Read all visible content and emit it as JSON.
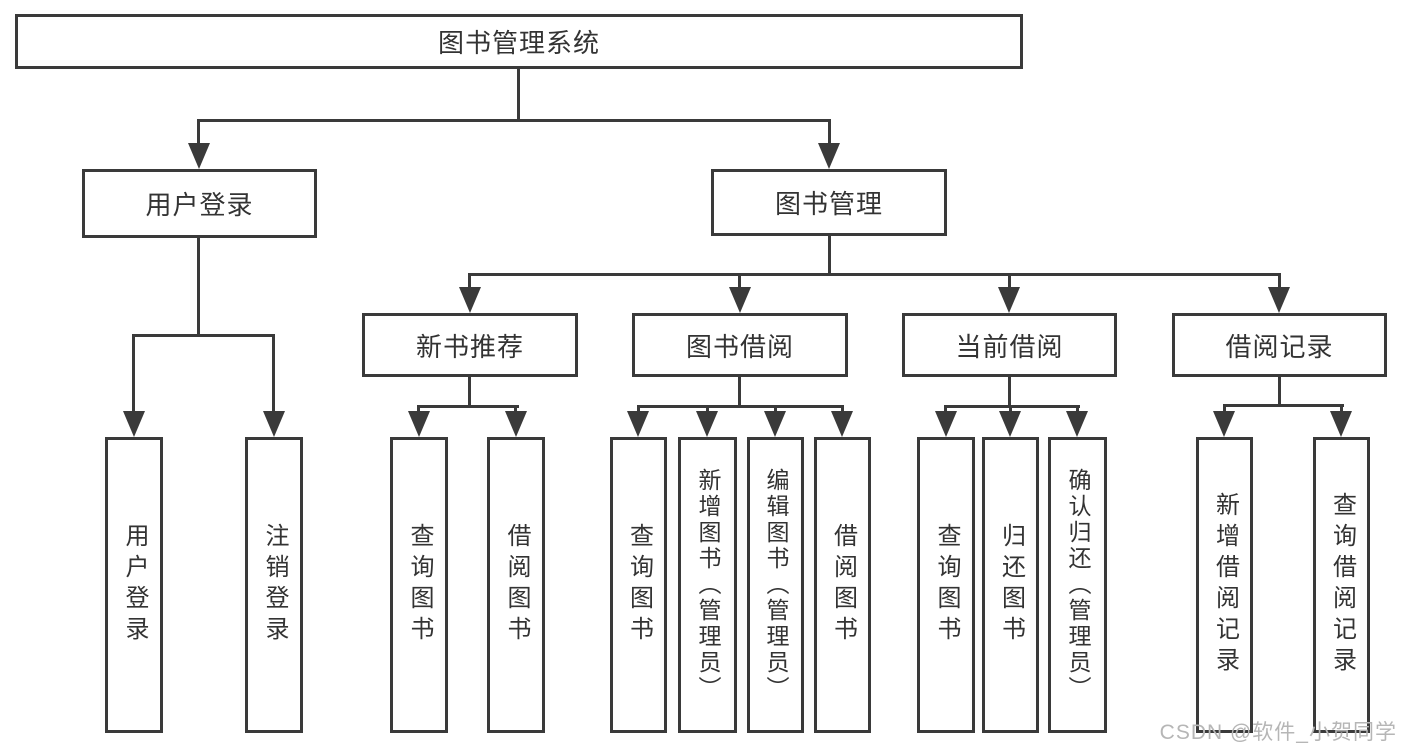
{
  "colors": {
    "line": "#3a3a3a",
    "text": "#333333",
    "watermark": "#b6b6b6",
    "box_background": "#ffffff"
  },
  "watermark": {
    "text": "CSDN @软件_小贺同学"
  },
  "nodes": {
    "root": "图书管理系统",
    "user_login": "用户登录",
    "book_mgmt": "图书管理",
    "new_book_rec": "新书推荐",
    "book_borrow": "图书借阅",
    "current_borrow": "当前借阅",
    "borrow_record": "借阅记录",
    "ul_user_login": "用户登录",
    "ul_logout": "注销登录",
    "nb_query_books": "查询图书",
    "nb_borrow_books": "借阅图书",
    "bb_query_books": "查询图书",
    "bb_add_books": "新增图书（管理员）",
    "bb_edit_books": "编辑图书（管理员）",
    "bb_borrow_books": "借阅图书",
    "cb_query_books": "查询图书",
    "cb_return_books": "归还图书",
    "cb_confirm_return": "确认归还（管理员）",
    "br_add_record": "新增借阅记录",
    "br_query_record": "查询借阅记录"
  }
}
